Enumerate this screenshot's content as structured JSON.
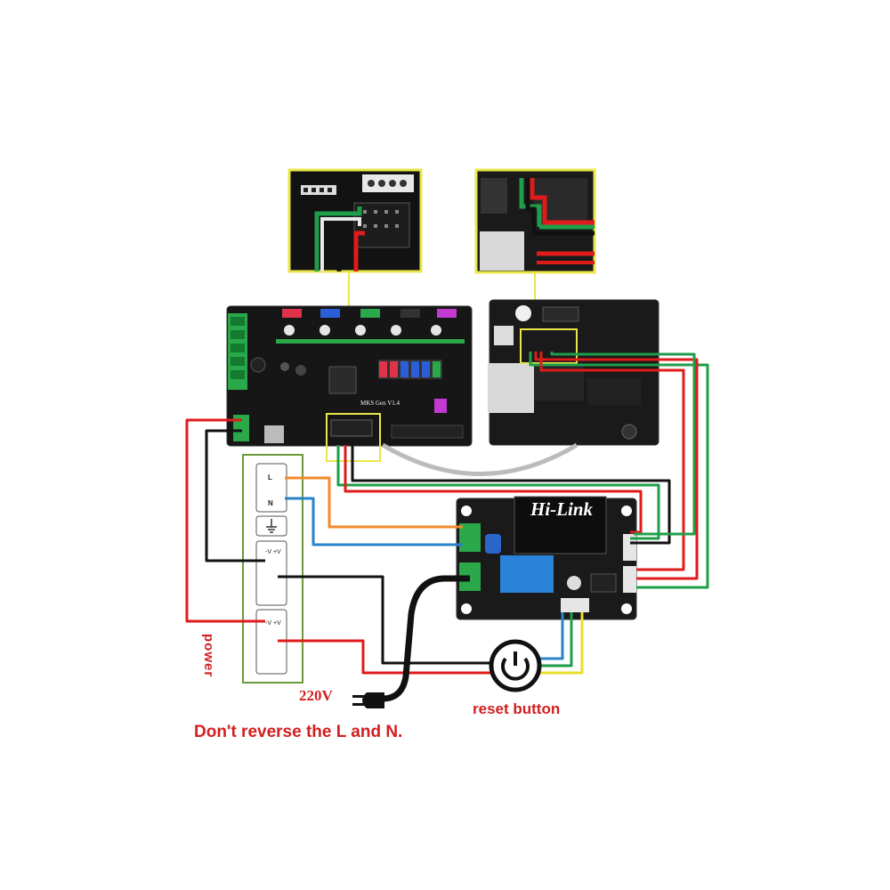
{
  "labels": {
    "power": "power",
    "voltage": "220V",
    "reset": "reset button",
    "warning": "Don't reverse the L and N."
  },
  "board": {
    "title": "MKS Gen V1.4"
  },
  "module": {
    "brand": "Hi-Link"
  },
  "power_supply": {
    "terminal_l": "L",
    "terminal_n": "N",
    "terminal_v1": "-V +V",
    "terminal_v2": "-V +V"
  },
  "wire_colors": {
    "red": "#e01b1b",
    "black": "#111111",
    "green": "#1e9e4a",
    "orange": "#f08a2a",
    "blue": "#2a83c9",
    "yellow": "#e8e02a",
    "callout": "#e9e64a",
    "psu_frame": "#6a9a3a"
  },
  "icons": [
    "power-icon",
    "plug-icon",
    "ground-icon"
  ]
}
